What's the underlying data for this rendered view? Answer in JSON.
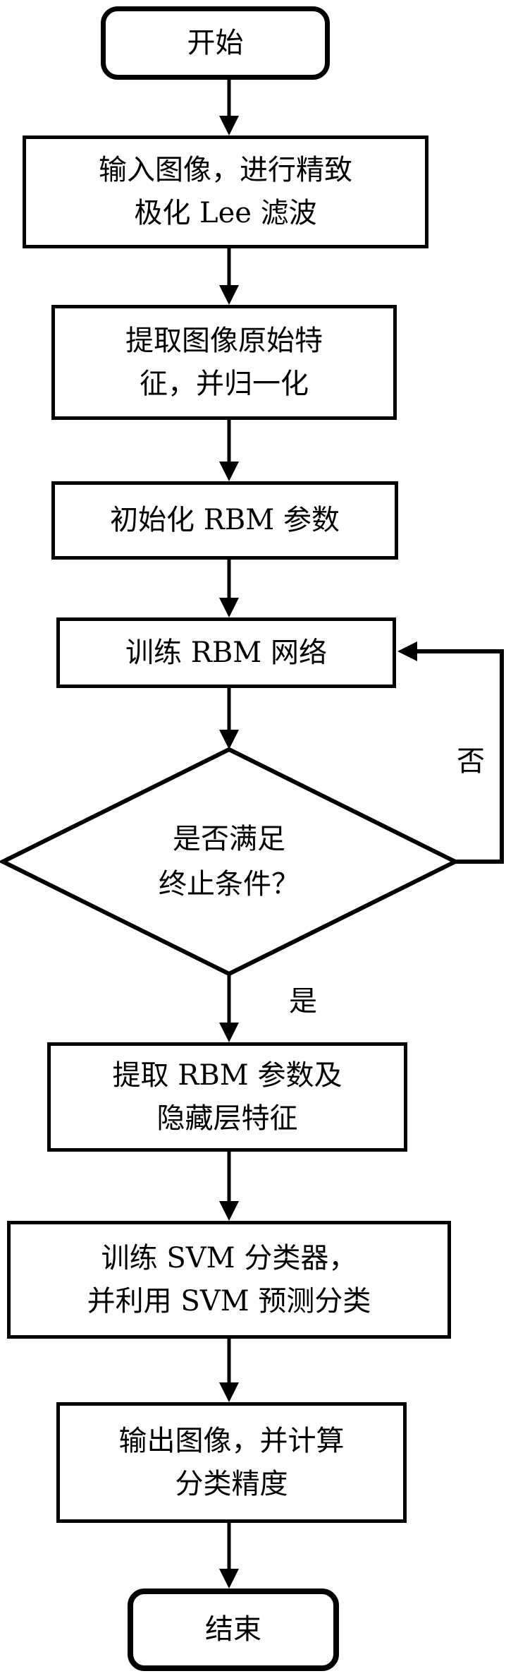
{
  "flowchart": {
    "nodes": {
      "start": {
        "type": "terminator",
        "lines": [
          "开始"
        ]
      },
      "filter": {
        "type": "process",
        "lines": [
          "输入图像，进行精致",
          "极化 Lee 滤波"
        ]
      },
      "extract": {
        "type": "process",
        "lines": [
          "提取图像原始特",
          "征，并归一化"
        ]
      },
      "init_rbm": {
        "type": "process",
        "lines": [
          "初始化 RBM 参数"
        ]
      },
      "train_rbm": {
        "type": "process",
        "lines": [
          "训练 RBM 网络"
        ]
      },
      "decision": {
        "type": "decision",
        "lines": [
          "是否满足",
          "终止条件？"
        ]
      },
      "extract_rbm": {
        "type": "process",
        "lines": [
          "提取 RBM 参数及",
          "隐藏层特征"
        ]
      },
      "train_svm": {
        "type": "process",
        "lines": [
          "训练 SVM 分类器，",
          "并利用 SVM 预测分类"
        ]
      },
      "output": {
        "type": "process",
        "lines": [
          "输出图像，并计算",
          "分类精度"
        ]
      },
      "end": {
        "type": "terminator",
        "lines": [
          "结束"
        ]
      }
    },
    "edge_labels": {
      "no": "否",
      "yes": "是"
    },
    "colors": {
      "line": "#000000",
      "background": "#ffffff",
      "shape_fill": "#ffffff"
    }
  }
}
